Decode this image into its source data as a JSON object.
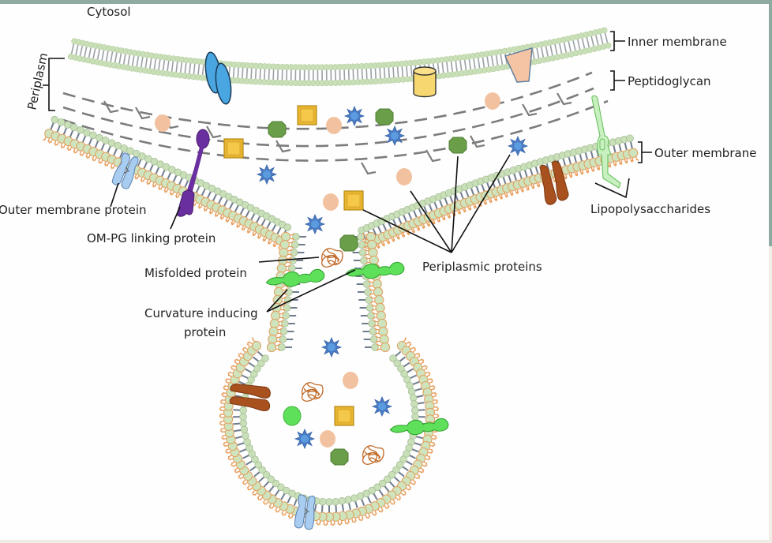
{
  "diagram": {
    "title": "Outer membrane vesicle biogenesis",
    "regions": {
      "cytosol": "Cytosol",
      "periplasm": "Periplasm"
    },
    "layer_labels": {
      "inner_membrane": "Inner membrane",
      "peptidoglycan": "Peptidoglycan",
      "outer_membrane": "Outer membrane"
    },
    "callouts": {
      "outer_membrane_protein": "Outer membrane protein",
      "om_pg_linking_protein": "OM-PG linking protein",
      "misfolded_protein": "Misfolded protein",
      "curvature_line1": "Curvature inducing",
      "curvature_line2": "protein",
      "periplasmic_proteins": "Periplasmic proteins",
      "lipopolysaccharides": "Lipopolysaccharides"
    },
    "colors": {
      "head_green": "#c9dfb8",
      "head_outer": "#e8a96a",
      "tail": "#8892a0",
      "blue_protein": "#4aa6e0",
      "purple_protein": "#6a2f9e",
      "brown_protein": "#a8501e",
      "yellow_square": "#f0c040",
      "green_octagon": "#6a9e48",
      "star_blue": "#4a7cc4",
      "peach": "#f2c2a0",
      "curvature_green": "#5ee05a",
      "lps_green": "#c8f0c0",
      "omp_blue": "#a8cdf0"
    }
  }
}
